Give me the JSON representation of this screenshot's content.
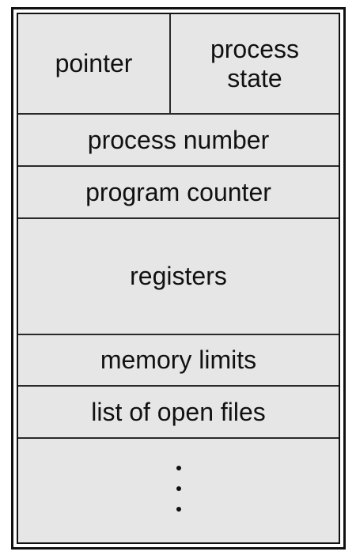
{
  "diagram": {
    "rows": {
      "top_left": "pointer",
      "top_right": "process\nstate",
      "process_number": "process number",
      "program_counter": "program counter",
      "registers": "registers",
      "memory_limits": "memory limits",
      "open_files": "list of open files"
    }
  }
}
